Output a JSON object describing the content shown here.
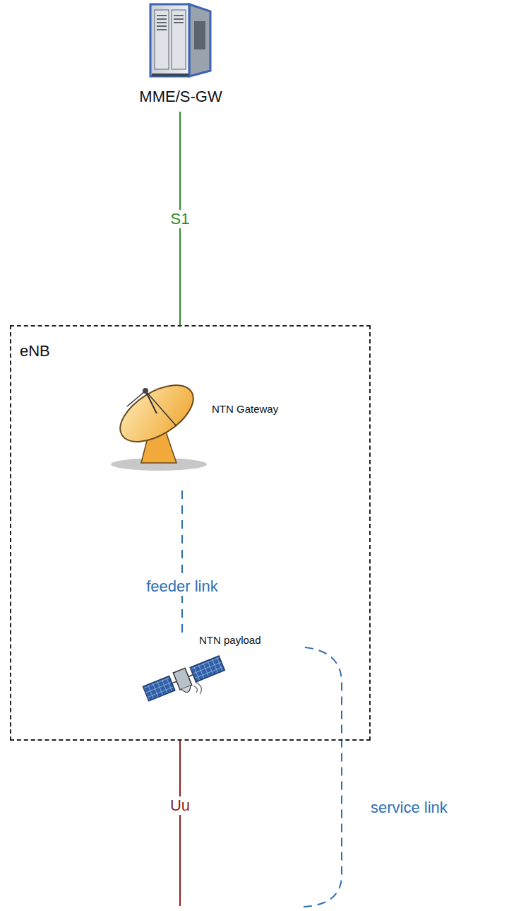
{
  "diagram": {
    "nodes": [
      {
        "text": [
          "MME/S-GW"
        ]
      },
      {
        "text": [
          "eNB"
        ]
      },
      {
        "text": [
          "NTN Gateway"
        ],
        "in": 1
      },
      {
        "text": [
          "NTN payload"
        ],
        "in": 1
      }
    ],
    "edges": [
      {
        "from": 0,
        "to": 1,
        "arrow": "none",
        "label": "S1"
      },
      {
        "from": 2,
        "to": 3,
        "arrow": "none",
        "label": "feeder link"
      }
    ],
    "labels": [
      "Uu",
      "service link"
    ]
  }
}
